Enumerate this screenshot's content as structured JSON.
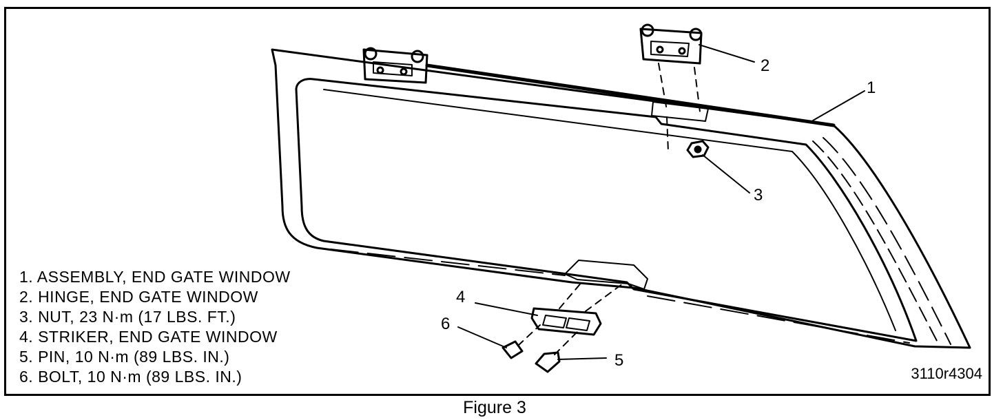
{
  "legend": [
    "1. ASSEMBLY, END GATE WINDOW",
    "2. HINGE, END GATE WINDOW",
    "3. NUT, 23 N·m (17 LBS. FT.)",
    "4. STRIKER, END GATE WINDOW",
    "5. PIN, 10 N·m (89 LBS. IN.)",
    "6. BOLT, 10 N·m (89 LBS. IN.)"
  ],
  "callouts": {
    "c1": "1",
    "c2": "2",
    "c3": "3",
    "c4": "4",
    "c5": "5",
    "c6": "6"
  },
  "reference_code": "3110r4304",
  "caption": "Figure 3"
}
